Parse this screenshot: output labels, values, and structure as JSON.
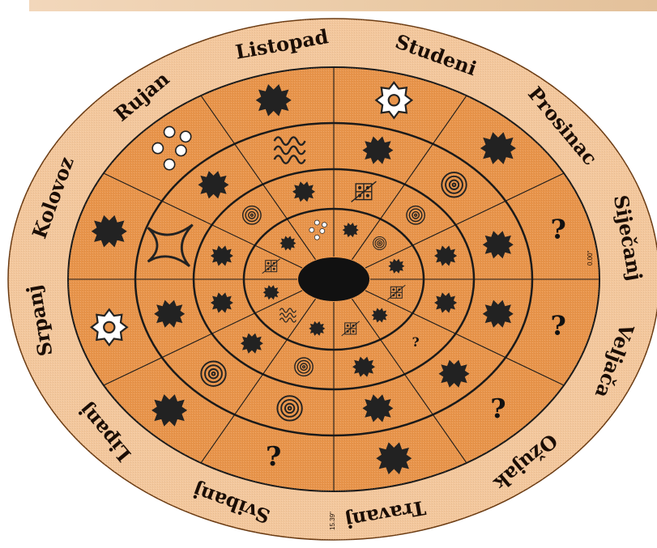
{
  "months": [
    {
      "name": "Listopad",
      "angle": -10
    },
    {
      "name": "Rujan",
      "angle": -40
    },
    {
      "name": "Kolovoz",
      "angle": -70
    },
    {
      "name": "Srpanj",
      "angle": -100
    },
    {
      "name": "Lipanj",
      "angle": -130
    },
    {
      "name": "Svibanj",
      "angle": -160
    },
    {
      "name": "Travanj",
      "angle": 170
    },
    {
      "name": "Ožujak",
      "angle": 140
    },
    {
      "name": "Veljača",
      "angle": 110
    },
    {
      "name": "Siječanj",
      "angle": 80
    },
    {
      "name": "Prosinac",
      "angle": 50
    },
    {
      "name": "Studeni",
      "angle": 20
    }
  ],
  "labels": {
    "right_readout": "0.00\"",
    "bottom_readout": "15.39\""
  },
  "question_mark": "?",
  "colors": {
    "outer_ring": "#f3c79c",
    "inner_disc": "#e8944a",
    "ink": "#1a1a1a",
    "symbol": "#222222",
    "gear": "#ffffff"
  },
  "symbols": {
    "ring_1": [
      {
        "kind": "blob",
        "angle": -15
      },
      {
        "kind": "gear",
        "angle": 15
      },
      {
        "kind": "blob",
        "angle": 45
      },
      {
        "kind": "question",
        "angle": 75
      },
      {
        "kind": "question",
        "angle": 105
      },
      {
        "kind": "question",
        "angle": 135
      },
      {
        "kind": "blob",
        "angle": 165
      },
      {
        "kind": "question",
        "angle": -165
      },
      {
        "kind": "blob",
        "angle": -135
      },
      {
        "kind": "gear",
        "angle": -105
      },
      {
        "kind": "blob",
        "angle": -75
      },
      {
        "kind": "dots",
        "angle": -45
      }
    ],
    "ring_2": [
      {
        "kind": "waves",
        "angle": -15
      },
      {
        "kind": "blob",
        "angle": 15
      },
      {
        "kind": "concentric",
        "angle": 45
      },
      {
        "kind": "blob",
        "angle": 75
      },
      {
        "kind": "blob",
        "angle": 105
      },
      {
        "kind": "blob",
        "angle": 135
      },
      {
        "kind": "blob",
        "angle": 165
      },
      {
        "kind": "concentric",
        "angle": -165
      },
      {
        "kind": "concentric",
        "angle": -135
      },
      {
        "kind": "blob",
        "angle": -105
      },
      {
        "kind": "star",
        "angle": -75
      },
      {
        "kind": "blob",
        "angle": -45
      }
    ],
    "ring_3": [
      {
        "kind": "blob",
        "angle": -15
      },
      {
        "kind": "grid",
        "angle": 15
      },
      {
        "kind": "concentric",
        "angle": 45
      },
      {
        "kind": "blob",
        "angle": 75
      },
      {
        "kind": "blob",
        "angle": 105
      },
      {
        "kind": "question",
        "angle": 135
      },
      {
        "kind": "blob",
        "angle": 165
      },
      {
        "kind": "concentric",
        "angle": -165
      },
      {
        "kind": "blob",
        "angle": -135
      },
      {
        "kind": "blob",
        "angle": -105
      },
      {
        "kind": "blob",
        "angle": -75
      },
      {
        "kind": "concentric",
        "angle": -45
      }
    ],
    "ring_4": [
      {
        "kind": "dots",
        "angle": -15
      },
      {
        "kind": "blob",
        "angle": 15
      },
      {
        "kind": "concentric",
        "angle": 45
      },
      {
        "kind": "blob",
        "angle": 75
      },
      {
        "kind": "grid",
        "angle": 105
      },
      {
        "kind": "blob",
        "angle": 135
      },
      {
        "kind": "grid",
        "angle": 165
      },
      {
        "kind": "blob",
        "angle": -165
      },
      {
        "kind": "waves",
        "angle": -135
      },
      {
        "kind": "blob",
        "angle": -105
      },
      {
        "kind": "grid",
        "angle": -75
      },
      {
        "kind": "blob",
        "angle": -45
      }
    ]
  }
}
